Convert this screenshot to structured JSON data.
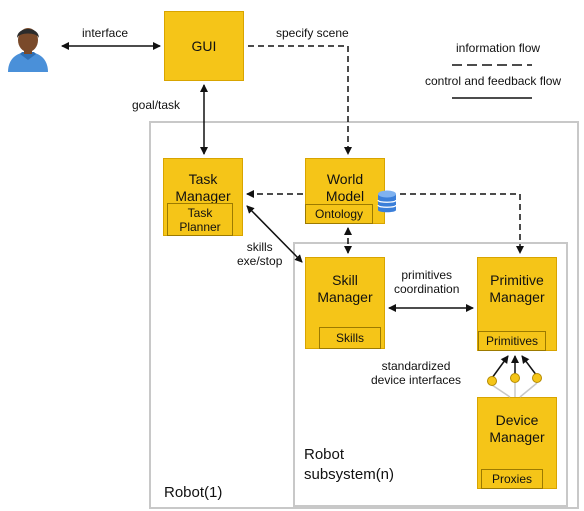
{
  "nodes": {
    "gui": "GUI",
    "task_manager": "Task\nManager",
    "task_planner": "Task\nPlanner",
    "world_model": "World\nModel",
    "ontology": "Ontology",
    "skill_manager": "Skill\nManager",
    "skills": "Skills",
    "primitive_manager": "Primitive\nManager",
    "primitives": "Primitives",
    "device_manager": "Device\nManager",
    "proxies": "Proxies"
  },
  "edges": {
    "interface": "interface",
    "specify_scene": "specify scene",
    "goal_task": "goal/task",
    "skills_exe_stop": "skills\nexe/stop",
    "primitives_coordination": "primitives\ncoordination",
    "standardized_device_interfaces": "standardized\ndevice interfaces"
  },
  "legend": {
    "information_flow": "information flow",
    "control_flow": "control and feedback flow"
  },
  "containers": {
    "robot": "Robot(1)",
    "robot_subsystem": "Robot\nsubsystem(n)"
  },
  "colors": {
    "box_fill": "#f5c518",
    "box_border": "#d8a400",
    "frame": "#c8c8c8",
    "database_icon": "#3b7fd9"
  }
}
